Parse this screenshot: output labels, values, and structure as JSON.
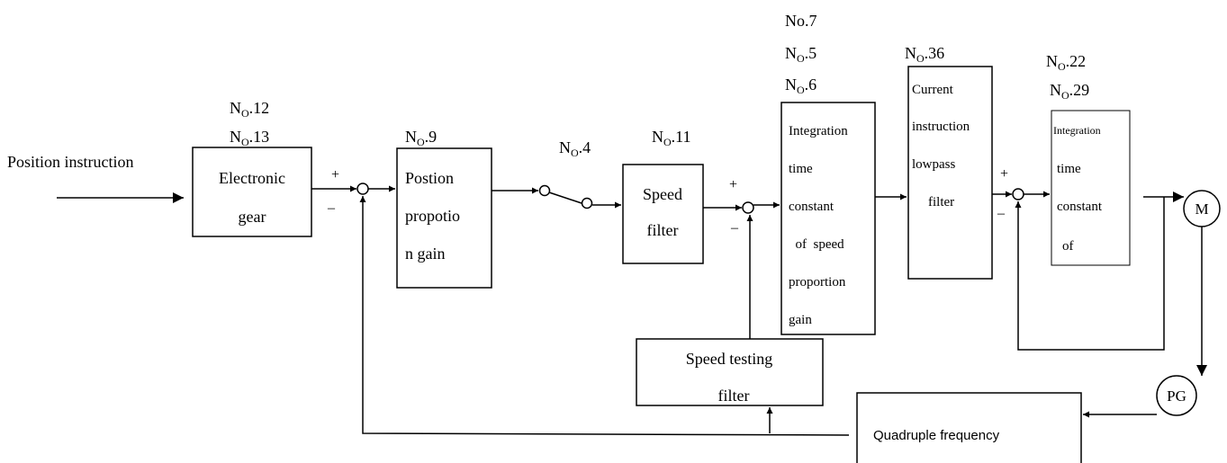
{
  "input_label": "Position instruction",
  "blocks": {
    "electronic_gear": {
      "lines": [
        "Electronic",
        "gear"
      ],
      "params": [
        "N_O.12",
        "N_O.13"
      ]
    },
    "position_gain": {
      "lines": [
        "Postion",
        "propotio",
        "n gain"
      ],
      "params": [
        "N_O.9"
      ]
    },
    "switch": {
      "params": [
        "N_O.4"
      ]
    },
    "speed_filter": {
      "lines": [
        "Speed",
        "filter"
      ],
      "params": [
        "N_O.11"
      ]
    },
    "speed_integration": {
      "lines": [
        "Integration",
        "time",
        "constant",
        "  of  speed",
        "proportion",
        "gain"
      ],
      "params": [
        "No.7",
        "N_O.5",
        "N_O.6"
      ]
    },
    "current_filter": {
      "lines": [
        "Current",
        "instruction",
        "lowpass",
        "filter"
      ],
      "params": [
        "N_O.36"
      ]
    },
    "current_integration": {
      "lines": [
        "Integration",
        "time",
        "constant",
        "of"
      ],
      "params": [
        "N_O.22",
        "N_O.29"
      ]
    },
    "speed_testing_filter": {
      "lines": [
        "Speed testing",
        "filter"
      ]
    },
    "quadruple_frequency": {
      "lines": [
        "Quadruple frequency"
      ]
    }
  },
  "nodes": {
    "motor": "M",
    "encoder": "PG"
  },
  "signs": {
    "plus": "+",
    "minus": "–"
  }
}
